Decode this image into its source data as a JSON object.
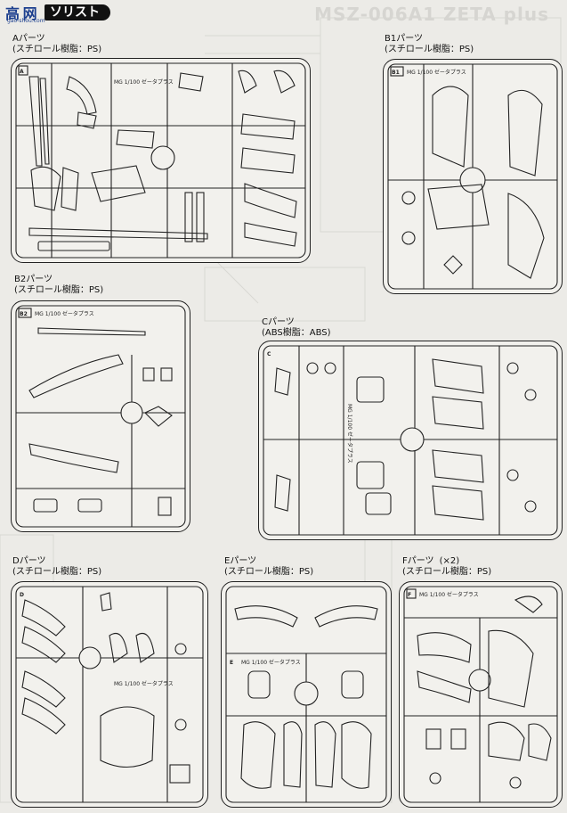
{
  "header": {
    "logo_text": "高 网",
    "logo_domain": "gao-shou.com",
    "title": "ソリスト",
    "ghost_title": "MSZ-006A1 ZETA plus"
  },
  "parts": [
    {
      "id": "A",
      "name": "Aパーツ",
      "material": "(スチロール樹脂：PS)",
      "tag": "A",
      "sprue_text": "MG 1/100 ゼータプラス"
    },
    {
      "id": "B1",
      "name": "B1パーツ",
      "material": "(スチロール樹脂：PS)",
      "tag": "B1",
      "sprue_text": "MG 1/100 ゼータプラス"
    },
    {
      "id": "B2",
      "name": "B2パーツ",
      "material": "(スチロール樹脂：PS)",
      "tag": "B2",
      "sprue_text": "MG 1/100 ゼータプラス"
    },
    {
      "id": "C",
      "name": "Cパーツ",
      "material": "(ABS樹脂：ABS)",
      "tag": "C",
      "sprue_text": "MG 1/100 ゼータプラス"
    },
    {
      "id": "D",
      "name": "Dパーツ",
      "material": "(スチロール樹脂：PS)",
      "tag": "D",
      "sprue_text": "MG 1/100 ゼータプラス"
    },
    {
      "id": "E",
      "name": "Eパーツ",
      "material": "(スチロール樹脂：PS)",
      "tag": "E",
      "sprue_text": "MG 1/100 ゼータプラス"
    },
    {
      "id": "F",
      "name": "Fパーツ",
      "qty": "(×2)",
      "material": "(スチロール樹脂：PS)",
      "tag": "F",
      "sprue_text": "MG 1/100 ゼータプラス"
    }
  ]
}
